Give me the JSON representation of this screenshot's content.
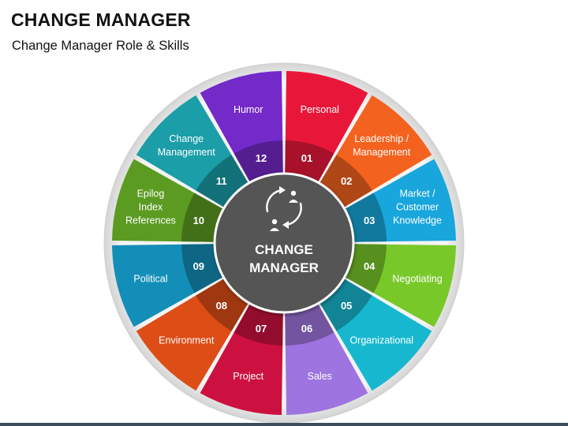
{
  "header": {
    "title": "CHANGE MANAGER",
    "subtitle": "Change Manager Role & Skills"
  },
  "center": {
    "label_line1": "CHANGE",
    "label_line2": "MANAGER",
    "icon": "people-cycle-icon",
    "color": "#555555"
  },
  "segments": [
    {
      "number": "01",
      "label": [
        "Personal"
      ],
      "color": "#e8173a"
    },
    {
      "number": "02",
      "label": [
        "Leadership /",
        "Management"
      ],
      "color": "#f4621f"
    },
    {
      "number": "03",
      "label": [
        "Market /",
        "Customer",
        "Knowledge"
      ],
      "color": "#18a6dc"
    },
    {
      "number": "04",
      "label": [
        "Negotiating"
      ],
      "color": "#79c82a"
    },
    {
      "number": "05",
      "label": [
        "Organizational"
      ],
      "color": "#17b8cf"
    },
    {
      "number": "06",
      "label": [
        "Sales"
      ],
      "color": "#9e74e0"
    },
    {
      "number": "07",
      "label": [
        "Project"
      ],
      "color": "#cc1140"
    },
    {
      "number": "08",
      "label": [
        "Environment"
      ],
      "color": "#dd4d16"
    },
    {
      "number": "09",
      "label": [
        "Political"
      ],
      "color": "#138eb8"
    },
    {
      "number": "10",
      "label": [
        "Epilog",
        "Index",
        "References"
      ],
      "color": "#5c9b21"
    },
    {
      "number": "11",
      "label": [
        "Change",
        "Management"
      ],
      "color": "#1b9ea8"
    },
    {
      "number": "12",
      "label": [
        "Humor"
      ],
      "color": "#7429c9"
    }
  ],
  "colors": {
    "ring": "#e6e6e6",
    "bottom_bar": "#3e4e5e"
  }
}
